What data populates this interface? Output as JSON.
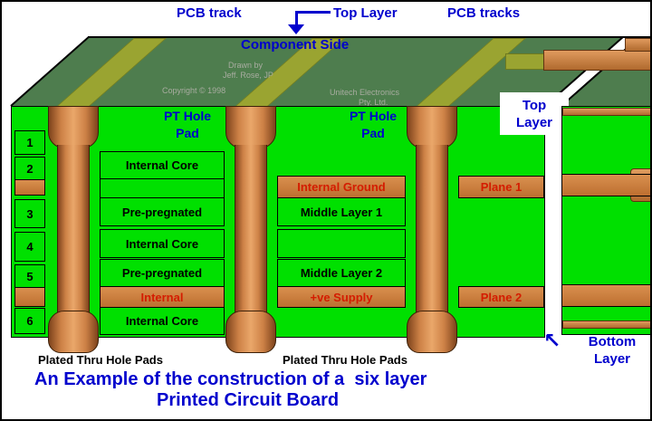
{
  "labels": {
    "pcb_track": "PCB track",
    "top_layer_top": "Top Layer",
    "pcb_tracks": "PCB tracks",
    "component_side": "Component Side",
    "pt_hole_pad": "PT Hole\nPad",
    "top_layer_right": "Top\nLayer",
    "bottom_layer": "Bottom\nLayer",
    "plated_thru_hole_pads": "Plated Thru Hole Pads"
  },
  "watermark": {
    "drawn_by_line1": "Drawn by",
    "drawn_by_line2": "Jeff. Rose, JP",
    "copyright": "Copyright © 1998",
    "company_line1": "Unitech Electronics",
    "company_line2": "Pty. Ltd."
  },
  "layer_numbers": [
    "1",
    "2",
    "3",
    "4",
    "5",
    "6"
  ],
  "stack_left": {
    "rows": [
      {
        "label": "Internal Core",
        "material": "core"
      },
      {
        "label": "Pre-pregnated",
        "material": "prepreg"
      },
      {
        "label": "Internal Core",
        "material": "core"
      },
      {
        "label": "Pre-pregnated",
        "material": "prepreg"
      },
      {
        "label": "Internal",
        "material": "copper"
      },
      {
        "label": "Internal Core",
        "material": "core"
      }
    ]
  },
  "stack_mid": {
    "rows": [
      {
        "label": "Internal Ground",
        "material": "copper"
      },
      {
        "label": "Middle Layer 1",
        "material": "core"
      },
      {
        "label": "Middle Layer 2",
        "material": "core"
      },
      {
        "label": "+ve Supply",
        "material": "copper"
      }
    ]
  },
  "stack_right": {
    "rows": [
      {
        "label": "Plane 1",
        "material": "copper"
      },
      {
        "label": "Plane 2",
        "material": "copper"
      }
    ]
  },
  "caption": {
    "line1": "An Example of the construction of a  six layer",
    "line2": "Printed Circuit Board"
  },
  "colors": {
    "board_green": "#00e000",
    "surface_green": "#4e7d4e",
    "copper": "#c87c40",
    "track_olive": "#9aa431",
    "label_blue": "#0000cd",
    "plane_text_red": "#d41c00"
  }
}
